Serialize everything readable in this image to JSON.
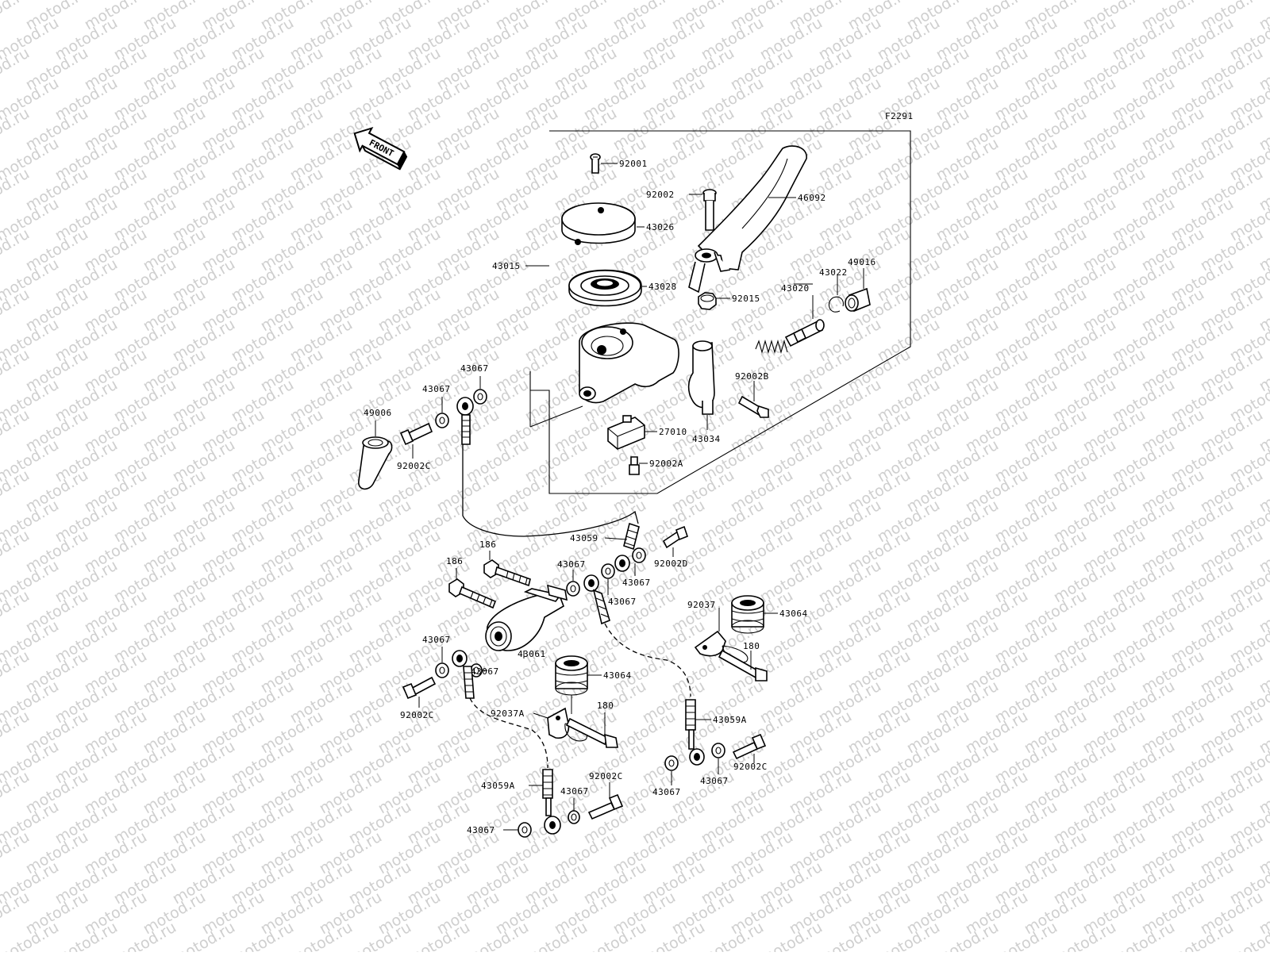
{
  "diagram": {
    "code": "F2291",
    "front_label": "FRONT",
    "watermark": "motod.ru"
  },
  "labels": {
    "p92001": "92001",
    "p92002": "92002",
    "p46092": "46092",
    "p43026": "43026",
    "p43015": "43015",
    "p43028": "43028",
    "p92015": "92015",
    "p43020": "43020",
    "p43022": "43022",
    "p49016": "49016",
    "p92002B": "92002B",
    "p43067_a": "43067",
    "p43067_b": "43067",
    "p49006": "49006",
    "p92002C_a": "92002C",
    "p27010": "27010",
    "p43034": "43034",
    "p92002A": "92002A",
    "p186_a": "186",
    "p186_b": "186",
    "p43059": "43059",
    "p92002D": "92002D",
    "p43067_c": "43067",
    "p43067_d": "43067",
    "p43067_e": "43067",
    "p92037": "92037",
    "p43064_a": "43064",
    "p180_a": "180",
    "p43061": "43061",
    "p43067_f": "43067",
    "p43067_g": "43067",
    "p92002C_b": "92002C",
    "p43064_b": "43064",
    "p92037A": "92037A",
    "p180_b": "180",
    "p43059A_a": "43059A",
    "p43059A_b": "43059A",
    "p92002C_c": "92002C",
    "p43067_h": "43067",
    "p43067_i": "43067",
    "p92002C_d": "92002C",
    "p43067_j": "43067",
    "p43067_k": "43067"
  }
}
